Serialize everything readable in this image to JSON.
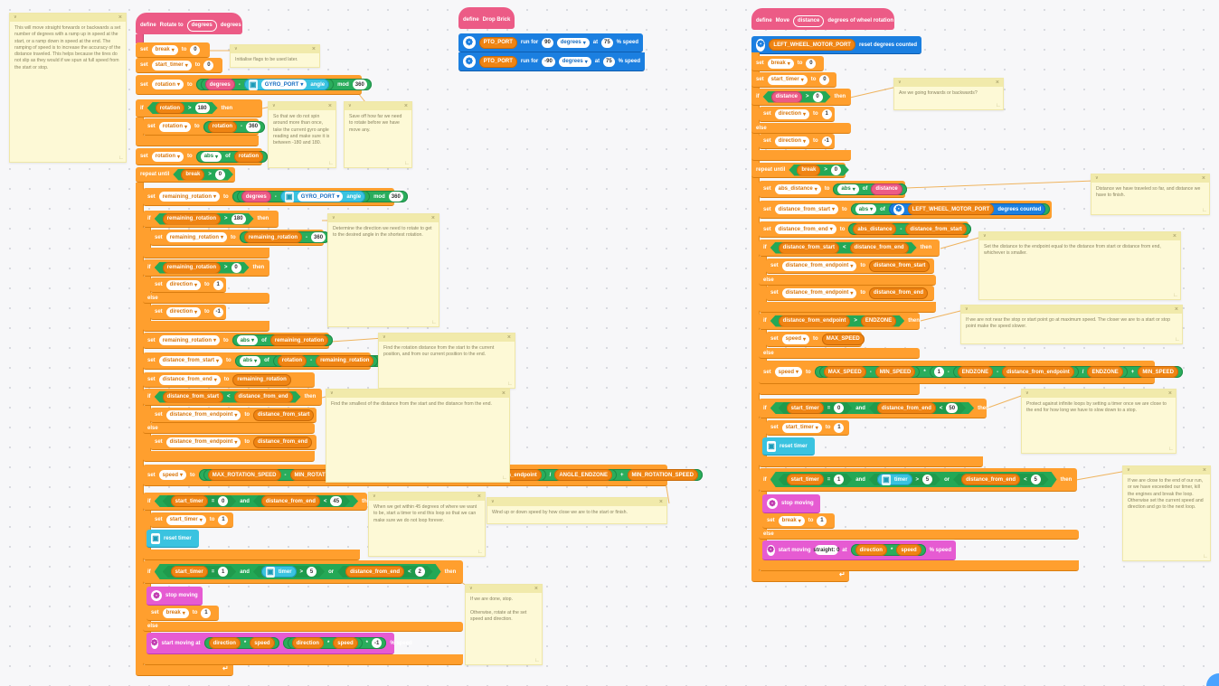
{
  "kw": {
    "define": "define",
    "set": "set",
    "to": "to",
    "if": "if",
    "then": "then",
    "else": "else",
    "repeat_until": "repeat until",
    "of": "of",
    "mod": "mod",
    "angle": "angle",
    "and": "and",
    "or": "or",
    "at": "at",
    "run_for": "run for",
    "degrees": "degrees",
    "pct_speed": "% speed",
    "reset_timer": "reset timer",
    "timer": "timer",
    "stop_moving": "stop moving",
    "start_moving_at": "start moving at",
    "start_moving": "start moving",
    "reset_degrees_counted": "reset degrees counted",
    "degrees_counted": "degrees counted",
    "straight": "straight: 0",
    "abs": "abs"
  },
  "ops": {
    "minus": "-",
    "plus": "+",
    "times": "*",
    "div": "/",
    "gt": ">",
    "lt": "<",
    "eq": "="
  },
  "vars": {
    "break": "break",
    "start_timer": "start_timer",
    "rotation": "rotation",
    "degrees": "degrees",
    "gyro_port": "GYRO_PORT",
    "remaining_rotation": "remaining_rotation",
    "direction": "direction",
    "distance_from_start": "distance_from_start",
    "distance_from_end": "distance_from_end",
    "distance_from_endpoint": "distance_from_endpoint",
    "speed": "speed",
    "max_rotation_speed": "MAX_ROTATION_SPEED",
    "min_rotation_speed": "MIN_ROTATION_SPEED",
    "angle_endzone": "ANGLE_ENDZONE",
    "pto_port": "PTO_PORT",
    "left_motor": "LEFT_WHEEL_MOTOR_PORT",
    "distance": "distance",
    "abs_distance": "abs_distance",
    "endzone": "ENDZONE",
    "max_speed": "MAX_SPEED",
    "min_speed": "MIN_SPEED"
  },
  "nums": {
    "n0": "0",
    "n1": "1",
    "n2": "2",
    "n5": "5",
    "n45": "45",
    "n50": "50",
    "n75": "75",
    "n90": "90",
    "n180": "180",
    "n360": "360",
    "nm1": "-1",
    "nm90": "-90"
  },
  "procs": {
    "rotate": {
      "name": "Rotate to",
      "param": "degrees",
      "label": "degrees"
    },
    "drop": {
      "name": "Drop Brick"
    },
    "move": {
      "name": "Move",
      "param": "distance",
      "label": "degrees of wheel rotation"
    }
  },
  "notes": {
    "n_move_desc": "This will move straight forwards or backwards a set number of degrees with a ramp up in speed at the start, or a ramp down in speed at the end.  The ramping of speed is to increase the accuracy of the distance traveled.  This helps because the tires do not slip as they would if we spun at full speed from the start or stop.",
    "n_init": "Initialise flags to be used later.",
    "n_spin": "So that we do not spin around more than once, take the current gyro angle reading and make sure it is between -180 and 180.",
    "n_save": "Save off how far we need to rotate before we have move any.",
    "n_dir": "Determine the direction we need to rotate to get to the desired angle in the shortest rotation.",
    "n_rot_dist": "Find the rotation distance from the start to the current position, and from our current position to the end.",
    "n_smallest": "Find the smallest of the distance from the start and the distance from the end.",
    "n_45": "When we get within 45 degrees of where we want to be, start a timer to end this loop so that we can make sure we do not loop forever.",
    "n_wind": "Wind up or down speed by how close we are to the start or finish.",
    "n_done": "If we are done, stop.\n\nOtherwise, rotate at the set speed and direction.",
    "n_fwd": "Are we going forwards or backwards?",
    "n_traveled": "Distance we have traveled so far, and distance we have to finish.",
    "n_endpoint": "Set the distance to the endpoint equal to the distance from start or distance from end, whichever is smaller.",
    "n_near": "If we are not near the stop or start point go at maximum speed.  The closer we are to a start or stop point make the speed slower.",
    "n_protect": "Protect against infinite loops by setting a timer once we are close to the end for how long we have to slow down to a stop.",
    "n_close": "If we are close to the end of our run, or we have exceeded our timer, kill the engines and break the loop.  Otherwise set the current speed and direction and go to the next loop."
  },
  "colors": {
    "control": "#ff9f2e",
    "variable": "#ff9f2e",
    "operator": "#24a856",
    "myblock": "#ec5b86",
    "motor": "#1b7fe0",
    "movement": "#e65bd2",
    "sensor": "#3ac3e0",
    "note": "#fdf9d6"
  },
  "icons": {
    "motor": "motor-icon",
    "gyro": "gyro-hub-icon",
    "timer": "hub-timer-icon",
    "movement": "wheels-icon",
    "loop": "loop-arrow-icon"
  }
}
